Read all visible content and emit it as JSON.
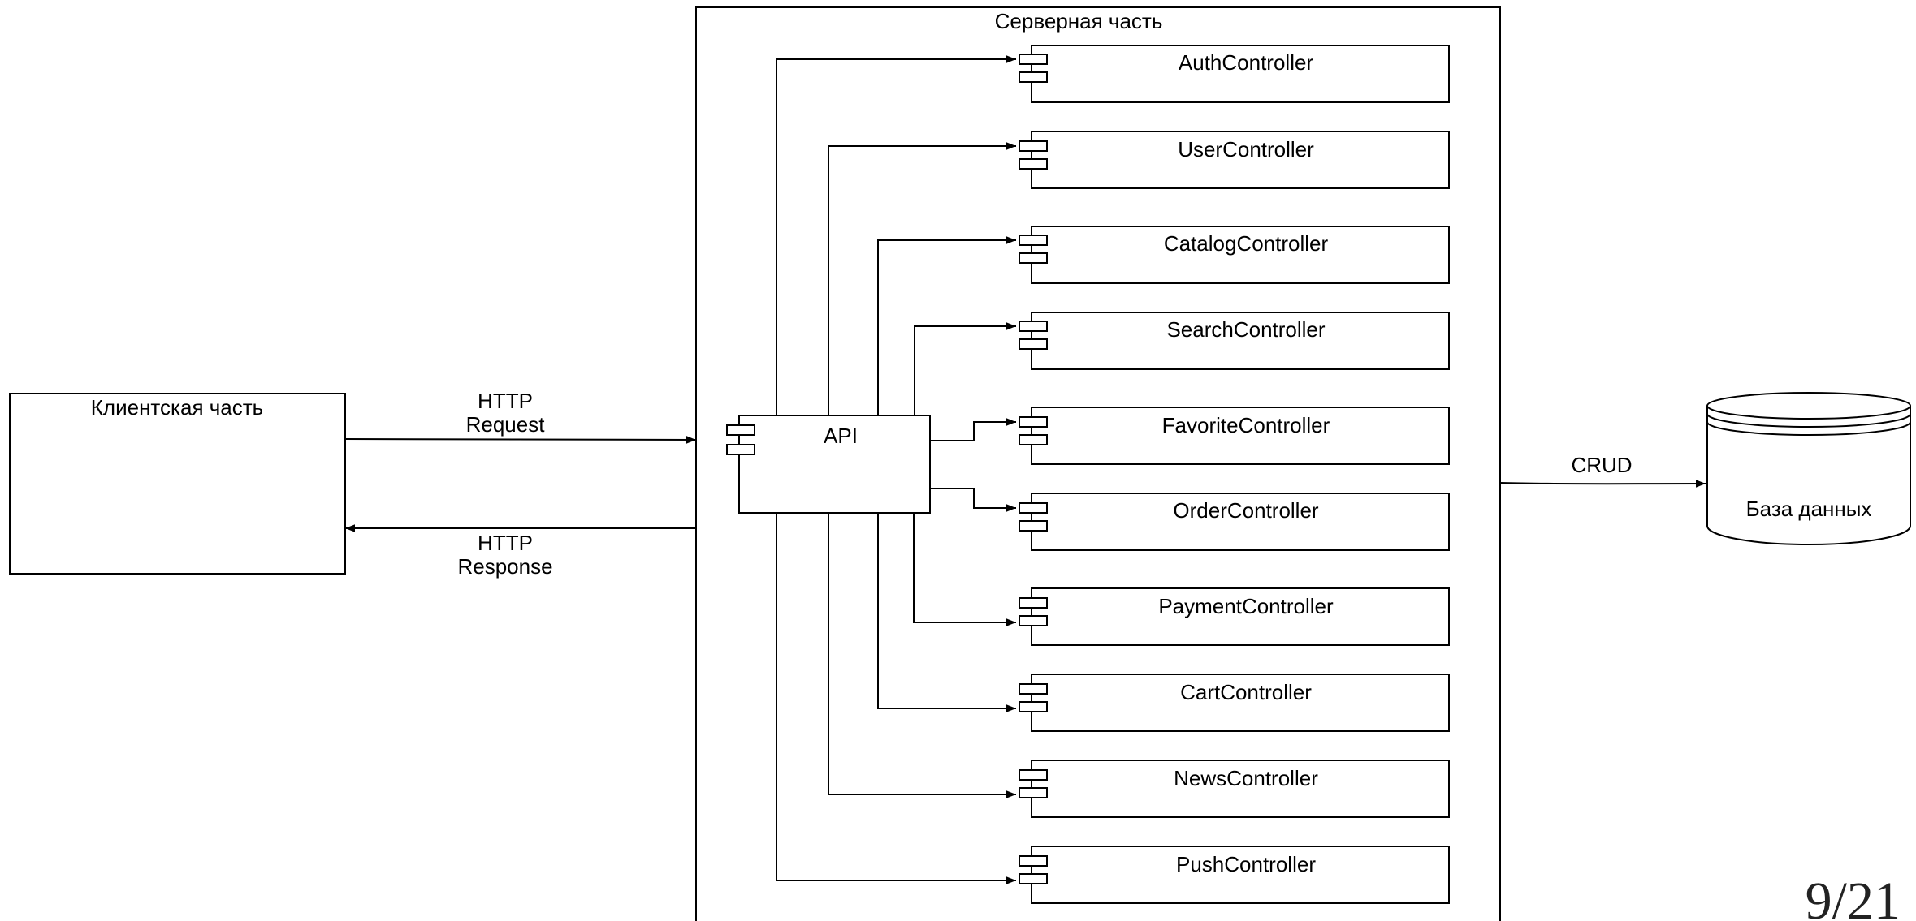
{
  "client": {
    "label": "Клиентская часть"
  },
  "server": {
    "label": "Серверная часть"
  },
  "api": {
    "label": "API"
  },
  "http_request": {
    "line1": "HTTP",
    "line2": "Request"
  },
  "http_response": {
    "line1": "HTTP",
    "line2": "Response"
  },
  "crud": {
    "label": "CRUD"
  },
  "database": {
    "label": "База данных"
  },
  "controllers": [
    "AuthController",
    "UserController",
    "CatalogController",
    "SearchController",
    "FavoriteController",
    "OrderController",
    "PaymentController",
    "CartController",
    "NewsController",
    "PushController"
  ],
  "page_number": "9/21"
}
